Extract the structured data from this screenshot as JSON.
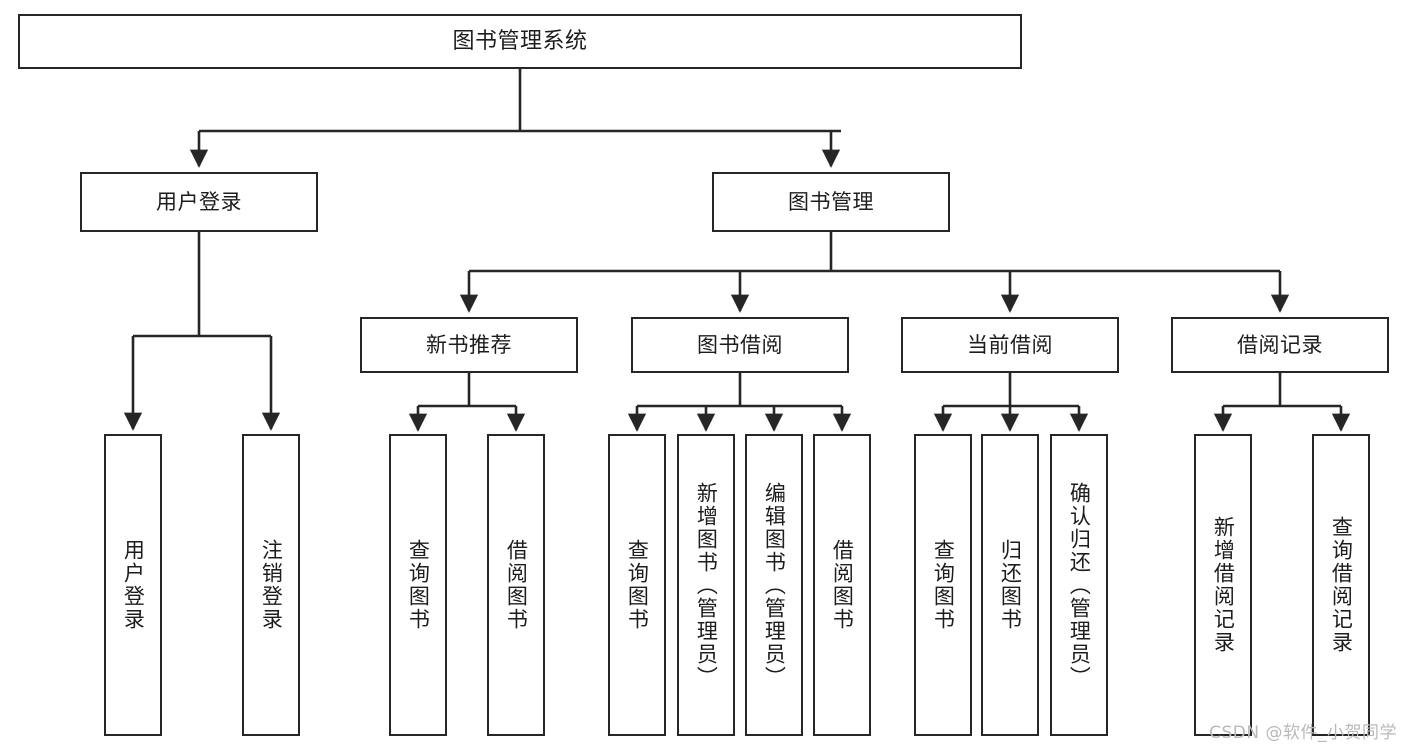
{
  "diagram": {
    "type": "tree-hierarchy-chart",
    "title": "图书管理系统",
    "colors": {
      "line": "#262626",
      "box_border": "#262626",
      "box_fill": "#ffffff",
      "text": "#1d1d1d",
      "watermark": "#b9b9b9",
      "background": "#ffffff"
    },
    "root": {
      "id": "root",
      "label": "图书管理系统"
    },
    "level2": [
      {
        "id": "user-login",
        "label": "用户登录"
      },
      {
        "id": "book-management",
        "label": "图书管理"
      }
    ],
    "level3": [
      {
        "id": "new-book-recommend",
        "label": "新书推荐",
        "parent": "book-management"
      },
      {
        "id": "book-borrow",
        "label": "图书借阅",
        "parent": "book-management"
      },
      {
        "id": "current-borrow",
        "label": "当前借阅",
        "parent": "book-management"
      },
      {
        "id": "borrow-record",
        "label": "借阅记录",
        "parent": "book-management"
      }
    ],
    "leaves": {
      "user-login": [
        {
          "id": "leaf-user-login",
          "label": "用户登录"
        },
        {
          "id": "leaf-user-logout",
          "label": "注销登录"
        }
      ],
      "new-book-recommend": [
        {
          "id": "leaf-query-book-1",
          "label": "查询图书"
        },
        {
          "id": "leaf-borrow-book-1",
          "label": "借阅图书"
        }
      ],
      "book-borrow": [
        {
          "id": "leaf-query-book-2",
          "label": "查询图书"
        },
        {
          "id": "leaf-add-book",
          "label": "新增图书（管理员）"
        },
        {
          "id": "leaf-edit-book",
          "label": "编辑图书（管理员）"
        },
        {
          "id": "leaf-borrow-book-2",
          "label": "借阅图书"
        }
      ],
      "current-borrow": [
        {
          "id": "leaf-query-book-3",
          "label": "查询图书"
        },
        {
          "id": "leaf-return-book",
          "label": "归还图书"
        },
        {
          "id": "leaf-confirm-return",
          "label": "确认归还（管理员）"
        }
      ],
      "borrow-record": [
        {
          "id": "leaf-add-record",
          "label": "新增借阅记录"
        },
        {
          "id": "leaf-query-record",
          "label": "查询借阅记录"
        }
      ]
    }
  },
  "watermark": {
    "text": "CSDN @软件_小贺同学"
  }
}
